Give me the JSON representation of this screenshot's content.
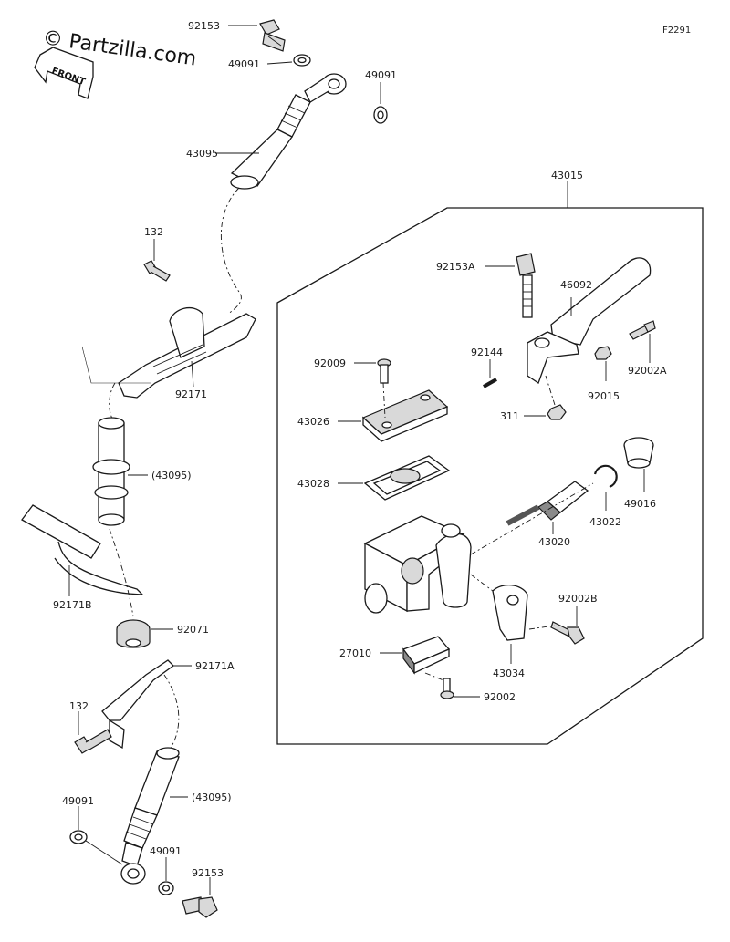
{
  "header": {
    "watermark": "© Partzilla.com",
    "figure_code": "F2291",
    "front_label": "FRONT"
  },
  "labels": {
    "p92153_top": "92153",
    "p49091_a": "49091",
    "p49091_b": "49091",
    "p43095_top": "43095",
    "p132_top": "132",
    "p92171": "92171",
    "p43095_mid": "(43095)",
    "p92171B": "92171B",
    "p92071": "92071",
    "p92171A": "92171A",
    "p132_bottom": "132",
    "p43095_low": "(43095)",
    "p49091_c": "49091",
    "p49091_d": "49091",
    "p92153_bottom": "92153",
    "p43015": "43015",
    "p92153A": "92153A",
    "p46092": "46092",
    "p92144": "92144",
    "p92009": "92009",
    "p92002A": "92002A",
    "p92015": "92015",
    "p43026": "43026",
    "p311": "311",
    "p43028": "43028",
    "p49016": "49016",
    "p43022": "43022",
    "p43020": "43020",
    "p92002B": "92002B",
    "p27010": "27010",
    "p43034": "43034",
    "p92002": "92002"
  }
}
